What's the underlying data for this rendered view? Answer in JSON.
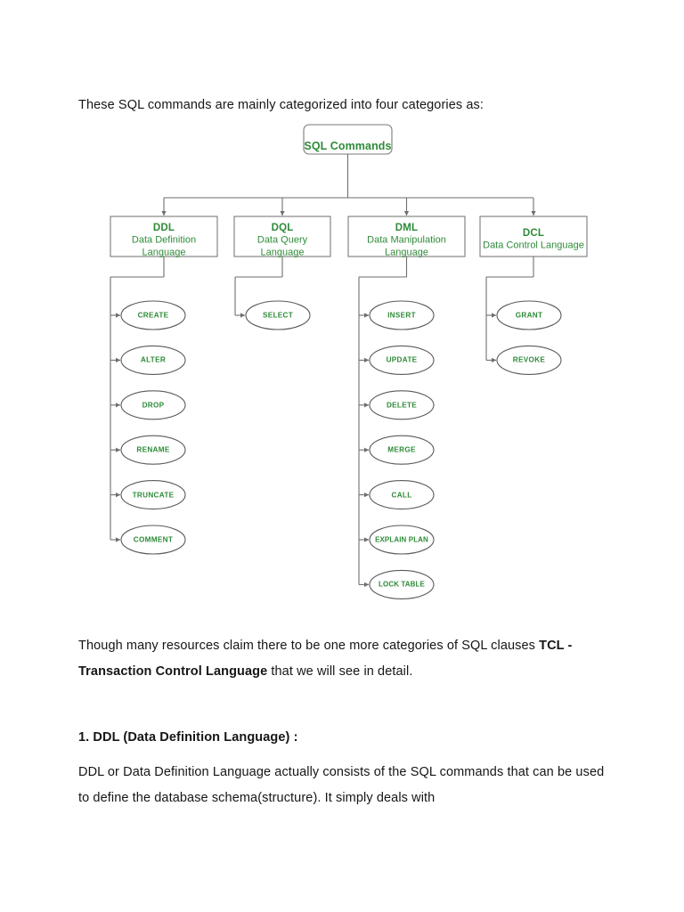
{
  "document": {
    "intro_text": "These SQL commands are mainly categorized into four categories as:",
    "tcl_paragraph_pre": "Though many resources claim there to be one more categories of SQL clauses ",
    "tcl_paragraph_bold": "TCL - Transaction Control Language",
    "tcl_paragraph_post": " that we will see in detail.",
    "heading_ddl": "1. DDL (Data Definition Language) :",
    "ddl_paragraph": "DDL or Data Definition Language actually consists of the SQL commands that can be used to define the database schema(structure). It simply deals with"
  },
  "colors": {
    "node_text": "#2e8b38",
    "node_border": "#7a7a7a",
    "connector": "#6e6e6e",
    "body_text": "#161616",
    "background": "#ffffff"
  },
  "diagram": {
    "title": "SQL Commands hierarchy",
    "root": {
      "label": "SQL Commands"
    },
    "categories": [
      {
        "id": "ddl",
        "abbr": "DDL",
        "subtitle_lines": [
          "Data Definition",
          "Language"
        ],
        "commands": [
          "CREATE",
          "ALTER",
          "DROP",
          "RENAME",
          "TRUNCATE",
          "COMMENT"
        ]
      },
      {
        "id": "dql",
        "abbr": "DQL",
        "subtitle_lines": [
          "Data Query",
          "Language"
        ],
        "commands": [
          "SELECT"
        ]
      },
      {
        "id": "dml",
        "abbr": "DML",
        "subtitle_lines": [
          "Data Manipulation",
          "Language"
        ],
        "commands": [
          "INSERT",
          "UPDATE",
          "DELETE",
          "MERGE",
          "CALL",
          "EXPLAIN PLAN",
          "LOCK TABLE"
        ]
      },
      {
        "id": "dcl",
        "abbr": "DCL",
        "subtitle_lines": [
          "Data Control Language"
        ],
        "commands": [
          "GRANT",
          "REVOKE"
        ]
      }
    ]
  }
}
